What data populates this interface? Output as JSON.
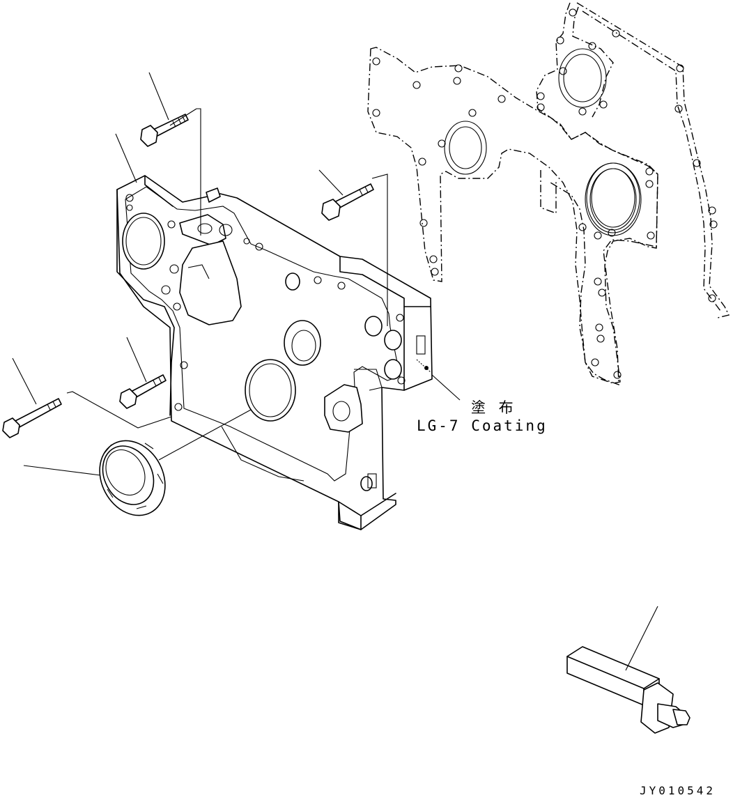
{
  "annotation": {
    "coating_jp": "塗 布",
    "coating_en": "LG-7 Coating"
  },
  "document_id": "JY010542"
}
